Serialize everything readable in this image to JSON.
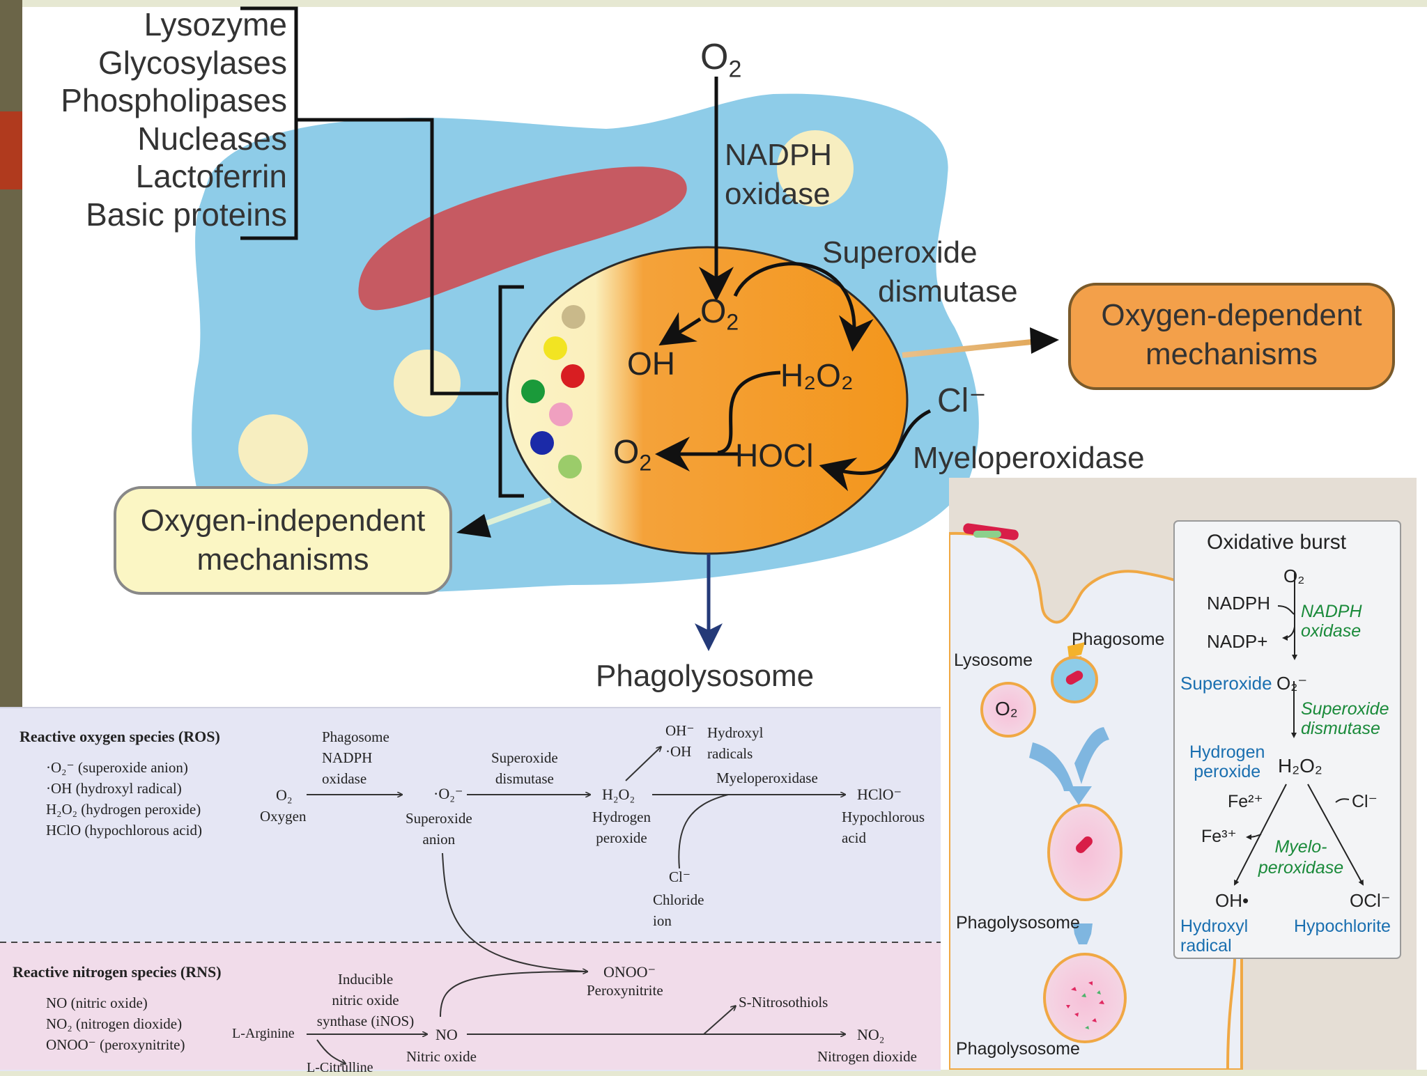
{
  "main": {
    "enzymes": [
      "Lysozyme",
      "Glycosylases",
      "Phospholipases",
      "Nucleases",
      "Lactoferrin",
      "Basic proteins"
    ],
    "o2_top": "O",
    "o2_top_sub": "2",
    "nadph_oxidase": [
      "NADPH",
      "oxidase"
    ],
    "superoxide_dismutase": [
      "Superoxide",
      "dismutase"
    ],
    "inner_o2": "O",
    "inner_o2_sub": "2",
    "oh": "OH",
    "h2o2": "H₂O₂",
    "hocl": "HOCl",
    "o2_bottom": "O",
    "o2_bottom_sub": "2",
    "cl": "Cl⁻",
    "myeloperoxidase": "Myeloperoxidase",
    "oxygen_dependent": [
      "Oxygen-dependent",
      "mechanisms"
    ],
    "oxygen_independent": [
      "Oxygen-independent",
      "mechanisms"
    ],
    "phagolysosome": "Phagolysosome",
    "dot_colors": [
      "#c9b98a",
      "#f2e422",
      "#d81e22",
      "#1a9a3a",
      "#f0a0c0",
      "#1b2aa8",
      "#9bcc6a"
    ]
  },
  "ros": {
    "title": "Reactive oxygen species (ROS)",
    "list": [
      "·O₂⁻ (superoxide anion)",
      "·OH (hydroxyl radical)",
      "H₂O₂ (hydrogen peroxide)",
      "HClO (hypochlorous acid)"
    ],
    "o2": "O₂",
    "oxygen": "Oxygen",
    "phagosome_nadph": [
      "Phagosome",
      "NADPH",
      "oxidase"
    ],
    "superoxide": "·O₂⁻",
    "superoxide_anion": [
      "Superoxide",
      "anion"
    ],
    "sod": [
      "Superoxide",
      "dismutase"
    ],
    "h2o2": "H₂O₂",
    "hydrogen_peroxide": [
      "Hydrogen",
      "peroxide"
    ],
    "oh_minus": "OH⁻",
    "oh_radical": "·OH",
    "hydroxyl_radicals": [
      "Hydroxyl",
      "radicals"
    ],
    "myeloperoxidase": "Myeloperoxidase",
    "hclo": "HClO⁻",
    "hypochlorous_acid": [
      "Hypochlorous",
      "acid"
    ],
    "cl": "Cl⁻",
    "chloride_ion": [
      "Chloride",
      "ion"
    ]
  },
  "rns": {
    "title": "Reactive nitrogen species (RNS)",
    "list": [
      "NO (nitric oxide)",
      "NO₂ (nitrogen dioxide)",
      "ONOO⁻ (peroxynitrite)"
    ],
    "larginine": "L-Arginine",
    "inos": [
      "Inducible",
      "nitric oxide",
      "synthase (iNOS)"
    ],
    "no": "NO",
    "nitric_oxide": "Nitric oxide",
    "onoo": "ONOO⁻",
    "peroxynitrite": "Peroxynitrite",
    "snitrosothiols": "S-Nitrosothiols",
    "no2": "NO₂",
    "nitrogen_dioxide": "Nitrogen dioxide",
    "citrulline": "L-Citrulline"
  },
  "burst": {
    "title": "Oxidative burst",
    "o2": "O₂",
    "nadph": "NADPH",
    "nadp": "NADP+",
    "nadph_oxidase": [
      "NADPH",
      "oxidase"
    ],
    "superoxide_label": "Superoxide",
    "superoxide_formula": "O₂⁻",
    "sod": [
      "Superoxide",
      "dismutase"
    ],
    "hydrogen_peroxide": [
      "Hydrogen",
      "peroxide"
    ],
    "h2o2": "H₂O₂",
    "fe2": "Fe²⁺",
    "fe3": "Fe³⁺",
    "cl": "Cl⁻",
    "myeloperoxidase": [
      "Myelo-",
      "peroxidase"
    ],
    "oh": "OH•",
    "ocl": "OCl⁻",
    "hydroxyl_radical": [
      "Hydroxyl",
      "radical"
    ],
    "hypochlorite": "Hypochlorite",
    "phagosome": "Phagosome",
    "lysosome": "Lysosome",
    "lysosome_o2": "O₂",
    "phagolysosome1": "Phagolysosome",
    "phagolysosome2": "Phagolysosome"
  }
}
